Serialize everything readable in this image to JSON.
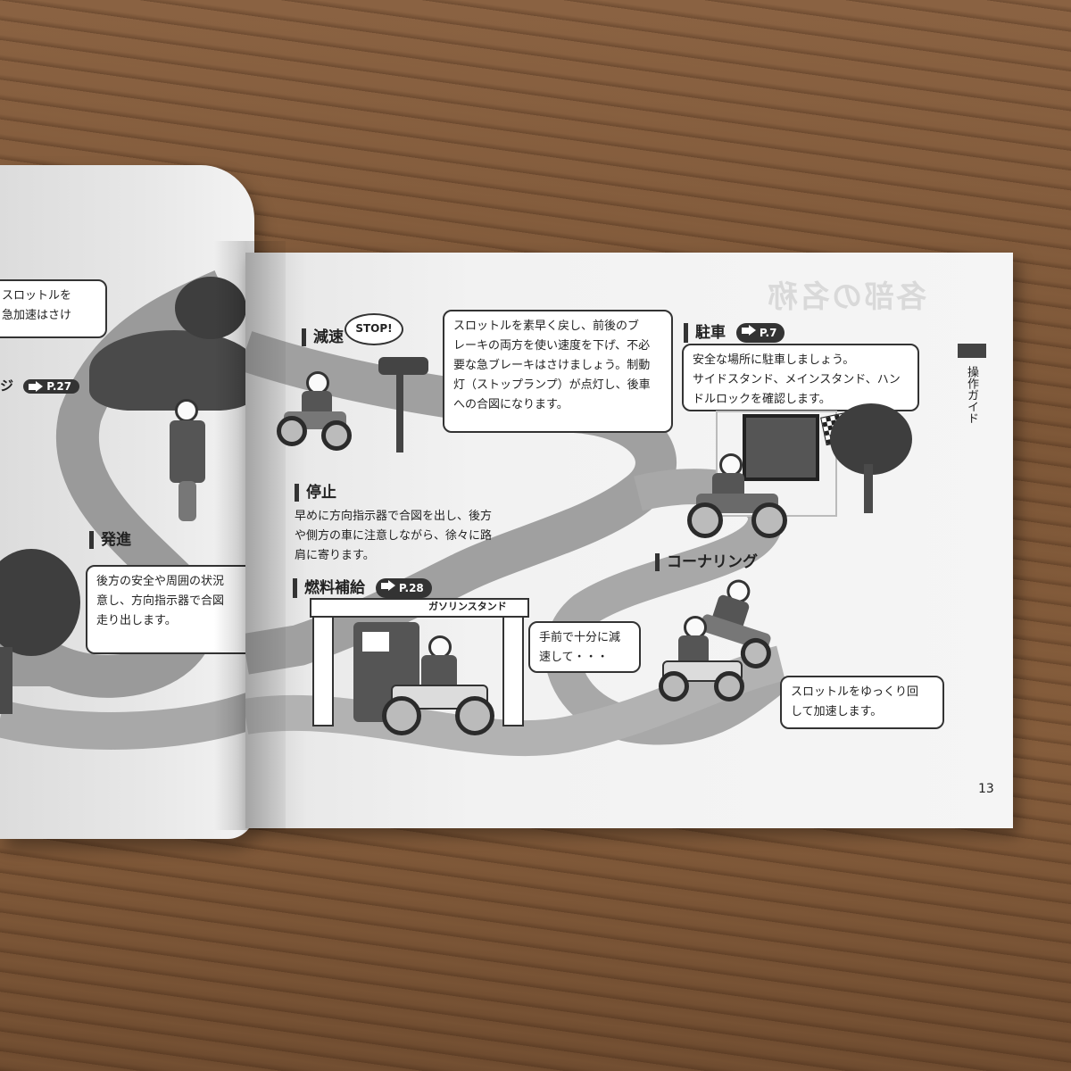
{
  "photo": {
    "subject": "open motorcycle owner's manual on a wooden table"
  },
  "left_page": {
    "bubble_top": [
      "スロットルを",
      "急加速はさけ"
    ],
    "ref_partial": "P.27",
    "ref_partial_prefix": "ジ",
    "heading_start": "発進",
    "bubble_start": [
      "後方の安全や周囲の状況",
      "意し、方向指示器で合図",
      "走り出します。"
    ]
  },
  "right_page": {
    "faded_title": "各部の名称",
    "side_label": "操作ガイド",
    "page_number": "13",
    "stop_sign": "STOP!",
    "decelerate": {
      "heading": "減速",
      "bubble": [
        "スロットルを素早く戻し、前後のブ",
        "レーキの両方を使い速度を下げ、不必",
        "要な急ブレーキはさけましょう。制動",
        "灯（ストップランプ）が点灯し、後車",
        "への合図になります。"
      ]
    },
    "parking": {
      "heading": "駐車",
      "ref": "P.7",
      "bubble": [
        "安全な場所に駐車しましょう。",
        "サイドスタンド、メインスタンド、ハン",
        "ドルロックを確認します。"
      ]
    },
    "stop": {
      "heading": "停止",
      "text": [
        "早めに方向指示器で合図を出し、後方",
        "や側方の車に注意しながら、徐々に路",
        "肩に寄ります。"
      ]
    },
    "refuel": {
      "heading": "燃料補給",
      "ref": "P.28",
      "station_label": "ガソリンスタンド"
    },
    "cornering": {
      "heading": "コーナリング",
      "bubble_slow": [
        "手前で十分に減",
        "速して・・・"
      ],
      "bubble_accel": [
        "スロットルをゆっくり回",
        "して加速します。"
      ]
    }
  }
}
